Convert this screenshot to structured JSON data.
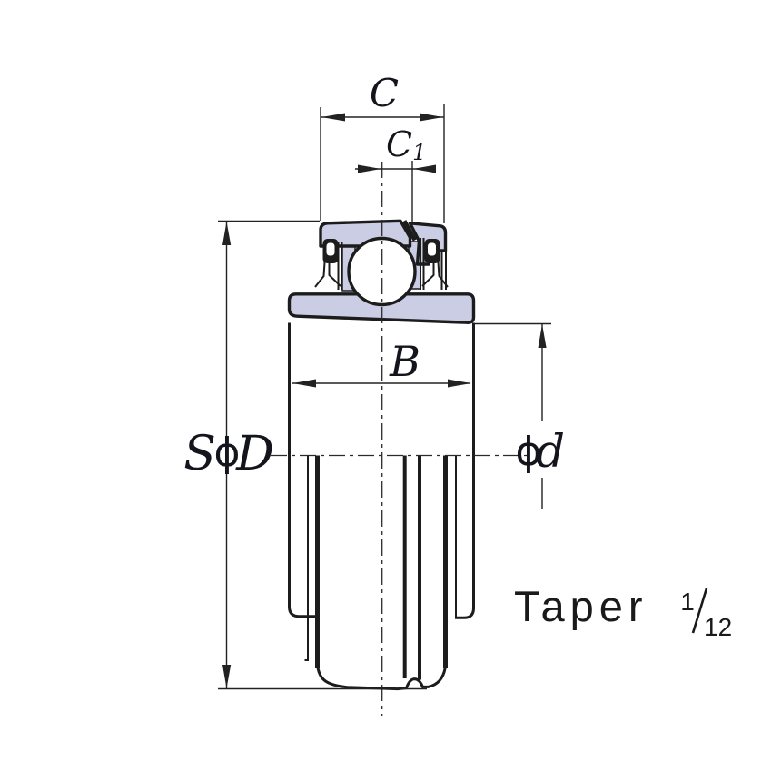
{
  "drawing": {
    "type": "bearing-cross-section",
    "labels": {
      "c": "C",
      "c1": {
        "base": "C",
        "sub": "1"
      },
      "b": "B",
      "sd": {
        "s": "S",
        "phi": "ϕ",
        "big_d": "D"
      },
      "phid": {
        "phi": "ϕ",
        "d": "d"
      },
      "taper": {
        "word": "Taper",
        "numerator": "1",
        "denominator": "12"
      }
    },
    "colors": {
      "section_fill": "#cacde4",
      "line": "#1c1c1c",
      "background": "#ffffff"
    }
  }
}
